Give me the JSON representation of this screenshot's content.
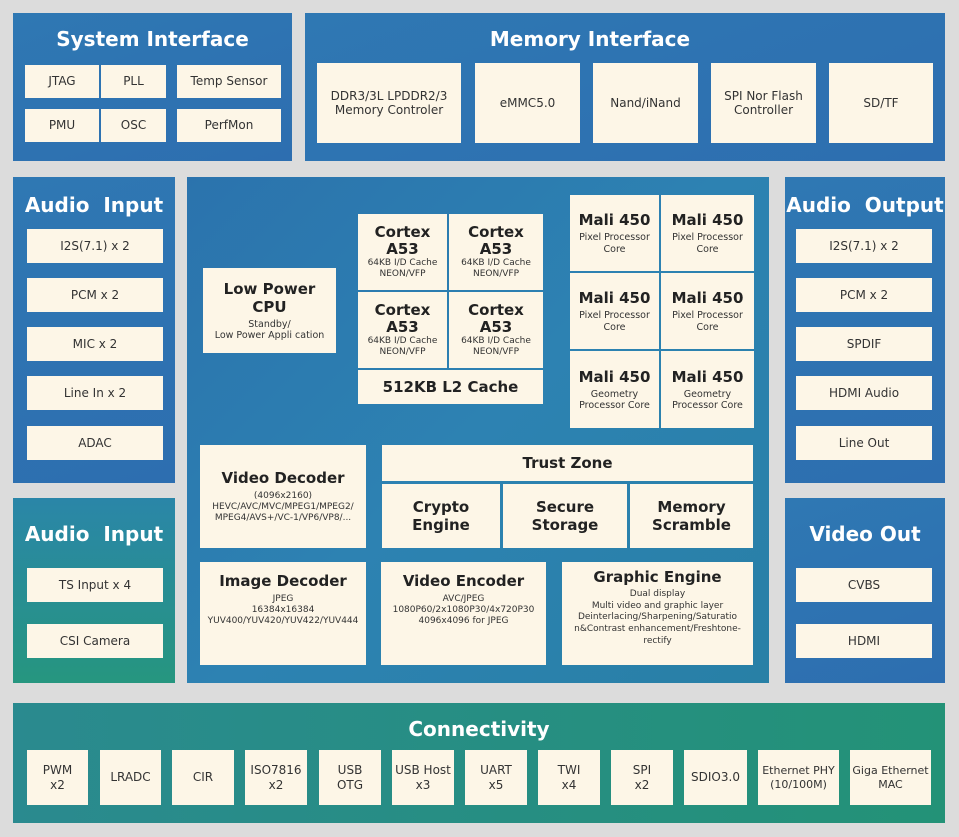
{
  "system_interface": {
    "title": "System Interface",
    "items": [
      "JTAG",
      "PLL",
      "Temp Sensor",
      "PMU",
      "OSC",
      "PerfMon"
    ]
  },
  "memory_interface": {
    "title": "Memory Interface",
    "items": [
      "DDR3/3L LPDDR2/3\nMemory Controler",
      "eMMC5.0",
      "Nand/iNand",
      "SPI Nor Flash\nController",
      "SD/TF"
    ]
  },
  "audio_input_1": {
    "title": "Audio  Input",
    "items": [
      "I2S(7.1) x 2",
      "PCM x 2",
      "MIC x 2",
      "Line In x 2",
      "ADAC"
    ]
  },
  "audio_input_2": {
    "title": "Audio  Input",
    "items": [
      "TS Input x 4",
      "CSI Camera"
    ]
  },
  "audio_output": {
    "title": "Audio  Output",
    "items": [
      "I2S(7.1) x 2",
      "PCM x 2",
      "SPDIF",
      "HDMI Audio",
      "Line Out"
    ]
  },
  "video_out": {
    "title": "Video Out",
    "items": [
      "CVBS",
      "HDMI"
    ]
  },
  "core": {
    "low_power": {
      "title": "Low Power\nCPU",
      "desc": "Standby/\nLow Power Appli cation"
    },
    "cortex": [
      {
        "title": "Cortex\nA53",
        "desc": "64KB I/D Cache\nNEON/VFP"
      },
      {
        "title": "Cortex\nA53",
        "desc": "64KB I/D Cache\nNEON/VFP"
      },
      {
        "title": "Cortex\nA53",
        "desc": "64KB I/D Cache\nNEON/VFP"
      },
      {
        "title": "Cortex\nA53",
        "desc": "64KB I/D Cache\nNEON/VFP"
      }
    ],
    "l2_cache": "512KB L2 Cache",
    "mali": [
      {
        "title": "Mali 450",
        "desc": "Pixel Processor\nCore"
      },
      {
        "title": "Mali 450",
        "desc": "Pixel Processor\nCore"
      },
      {
        "title": "Mali 450",
        "desc": "Pixel Processor\nCore"
      },
      {
        "title": "Mali 450",
        "desc": "Pixel Processor\nCore"
      },
      {
        "title": "Mali 450",
        "desc": "Geometry\nProcessor Core"
      },
      {
        "title": "Mali 450",
        "desc": "Geometry\nProcessor Core"
      }
    ],
    "video_decoder": {
      "title": "Video Decoder",
      "desc": "(4096x2160)\nHEVC/AVC/MVC/MPEG1/MPEG2/\nMPEG4/AVS+/VC-1/VP6/VP8/..."
    },
    "trust_zone": {
      "title": "Trust Zone",
      "items": [
        "Crypto\nEngine",
        "Secure\nStorage",
        "Memory\nScramble"
      ]
    },
    "image_decoder": {
      "title": "Image Decoder",
      "desc": "JPEG\n16384x16384\nYUV400/YUV420/YUV422/YUV444"
    },
    "video_encoder": {
      "title": "Video Encoder",
      "desc": "AVC/JPEG\n1080P60/2x1080P30/4x720P30\n4096x4096 for JPEG"
    },
    "graphic_engine": {
      "title": "Graphic Engine",
      "desc": "Dual display\nMulti video and graphic layer\nDeinterlacing/Sharpening/Saturatio\nn&Contrast enhancement/Freshtone-\nrectify"
    }
  },
  "connectivity": {
    "title": "Connectivity",
    "items": [
      "PWM\nx2",
      "LRADC",
      "CIR",
      "ISO7816\nx2",
      "USB\nOTG",
      "USB Host\nx3",
      "UART\nx5",
      "TWI\nx4",
      "SPI\nx2",
      "SDIO3.0",
      "Ethernet PHY\n(10/100M)",
      "Giga Ethernet\nMAC"
    ]
  }
}
